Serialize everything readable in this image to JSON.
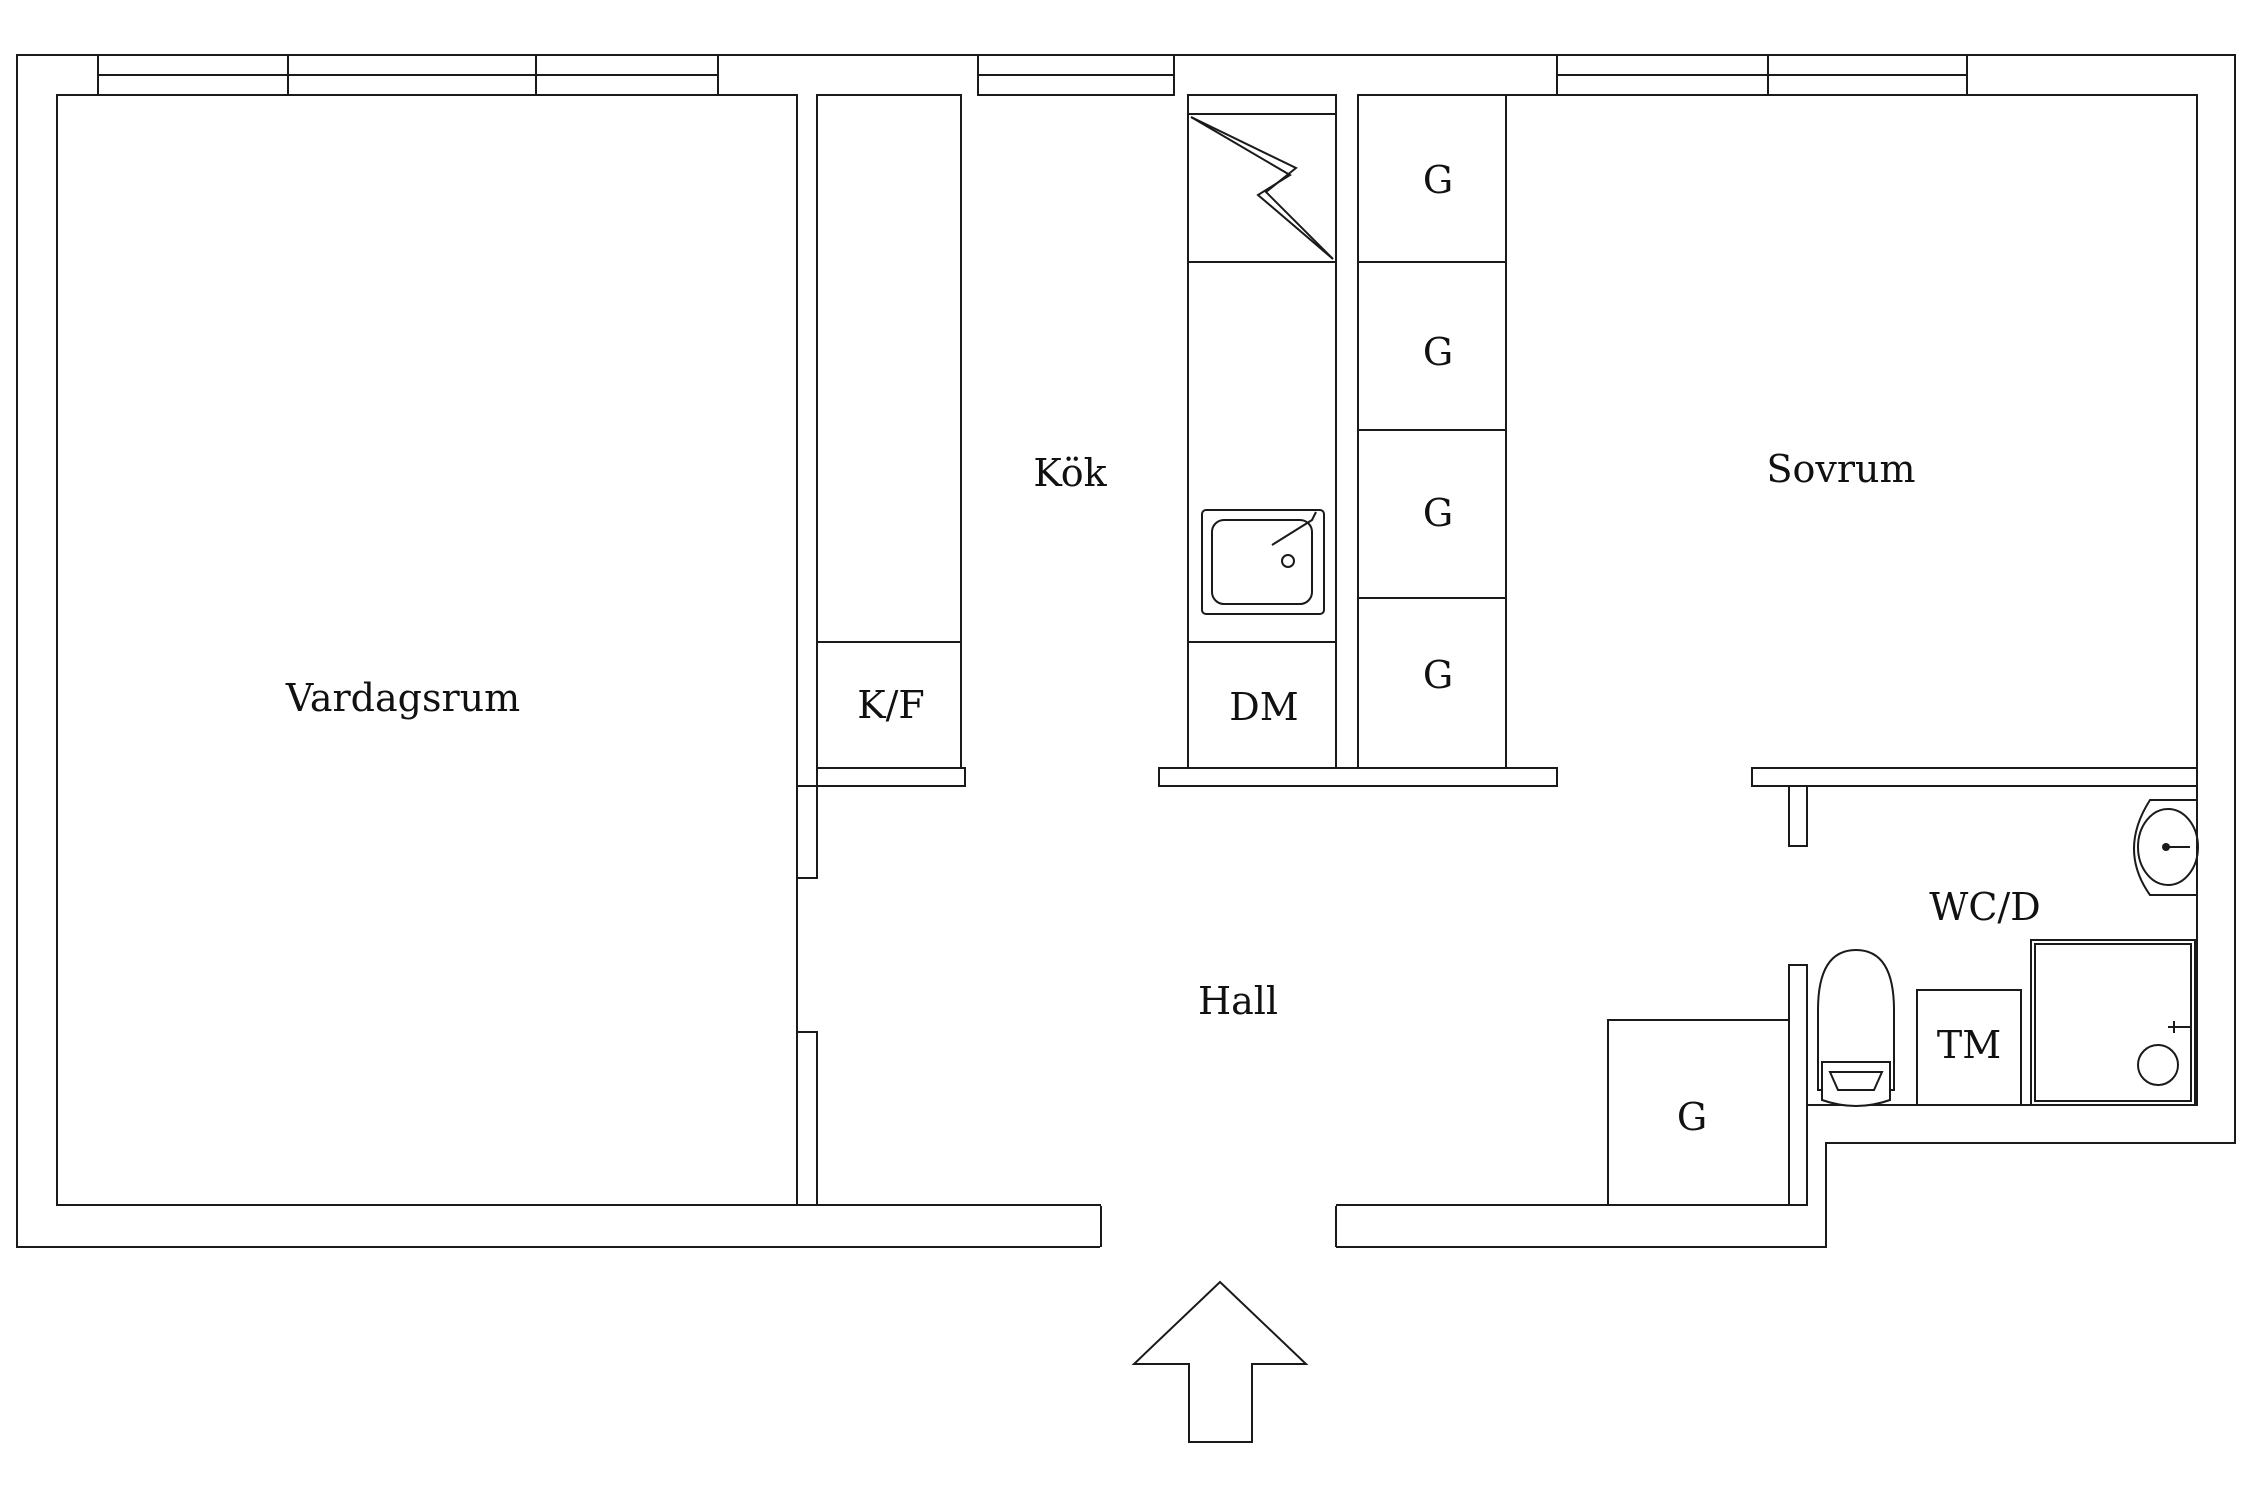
{
  "rooms": {
    "living_room": "Vardagsrum",
    "kitchen": "Kök",
    "bedroom": "Sovrum",
    "hall": "Hall",
    "bathroom": "WC/D"
  },
  "fixtures": {
    "fridge_freezer": "K/F",
    "dishwasher": "DM",
    "wardrobe_label": "G",
    "washing_machine": "TM"
  },
  "entrance": {
    "arrow_icon": "entrance-arrow-icon"
  }
}
